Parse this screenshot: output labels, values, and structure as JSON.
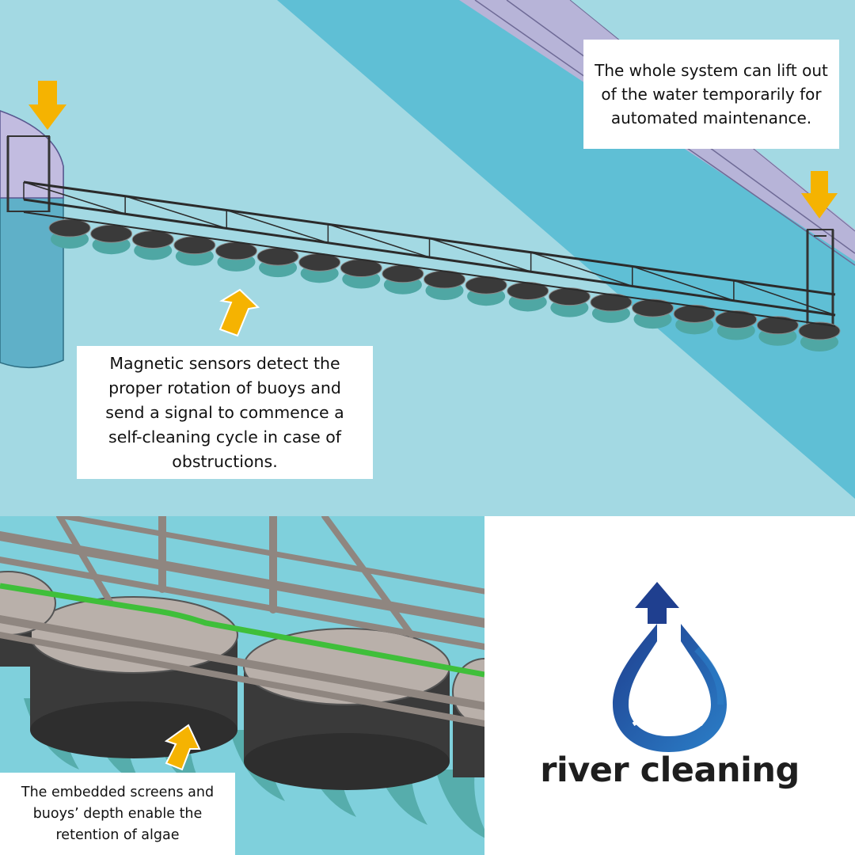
{
  "callouts": {
    "lift": "The whole system can lift out of the water temporarily for automated maintenance.",
    "sensors": "Magnetic sensors detect the proper rotation of buoys and send a signal to commence a self-cleaning cycle in case of obstructions.",
    "screens": "The embedded screens and buoys’ depth enable the retention of algae"
  },
  "brand": {
    "name": "river cleaning"
  },
  "colors": {
    "water_light": "#a3d9e3",
    "water_channel": "#5fbfd5",
    "bank": "#b7b4d8",
    "arrow": "#f5b301",
    "structure": "#2b2b2b",
    "logo_blue": "#1f3f8f",
    "logo_light": "#2b7fc8",
    "algae_screen": "#4fa7a4",
    "green_cable": "#3fbf3a"
  },
  "icons": [
    "down-arrow-icon",
    "up-arrow-icon",
    "river-cleaning-logo-icon"
  ]
}
